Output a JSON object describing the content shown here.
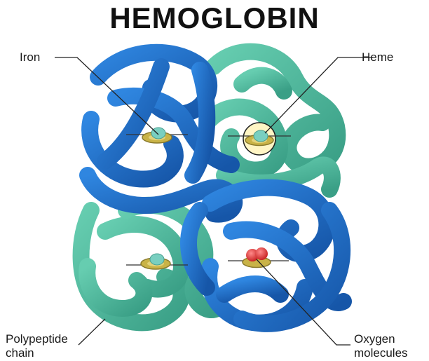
{
  "title": "HEMOGLOBIN",
  "labels": {
    "iron": "Iron",
    "heme": "Heme",
    "polypeptide_line1": "Polypeptide",
    "polypeptide_line2": "chain",
    "oxygen_line1": "Oxygen",
    "oxygen_line2": "molecules"
  },
  "colors": {
    "blue_chain": "#1f6fc4",
    "green_chain": "#4bb89a",
    "heme_ring": "#c9b347",
    "iron_core": "#79cfc0",
    "oxygen": "#e03b3b"
  }
}
